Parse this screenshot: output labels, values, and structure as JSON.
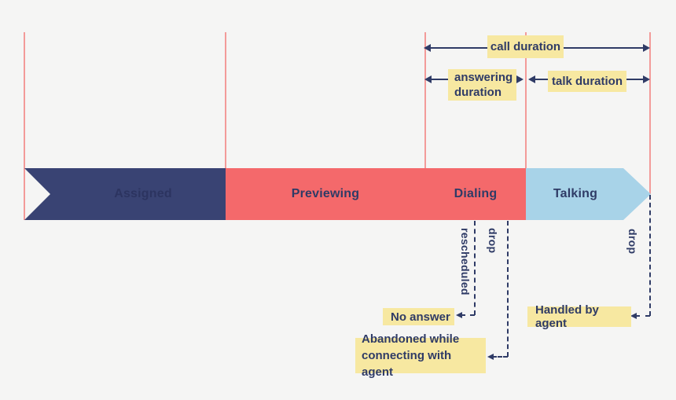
{
  "palette": {
    "background": "#f5f5f4",
    "ink_navy": "#2f3b66",
    "guide_red": "#f39b99",
    "label_yellow": "#f7e8a1",
    "stage_navy": "#394373",
    "stage_coral": "#f4696b",
    "stage_blue": "#a8d3e8"
  },
  "timeline": {
    "stages": [
      {
        "label": "Assigned",
        "color": "#394373"
      },
      {
        "label": "Previewing",
        "color": "#f4696b"
      },
      {
        "label": "Dialing",
        "color": "#f4696b"
      },
      {
        "label": "Talking",
        "color": "#a8d3e8"
      }
    ]
  },
  "durations": {
    "call": "call duration",
    "answering": "answering duration",
    "talk": "talk duration"
  },
  "outcomes": {
    "rescheduled": "rescheduled",
    "drop_dialing": "drop",
    "drop_talking": "drop",
    "no_answer": "No answer",
    "abandoned": "Abandoned while connecting with agent",
    "handled": "Handled by agent"
  }
}
